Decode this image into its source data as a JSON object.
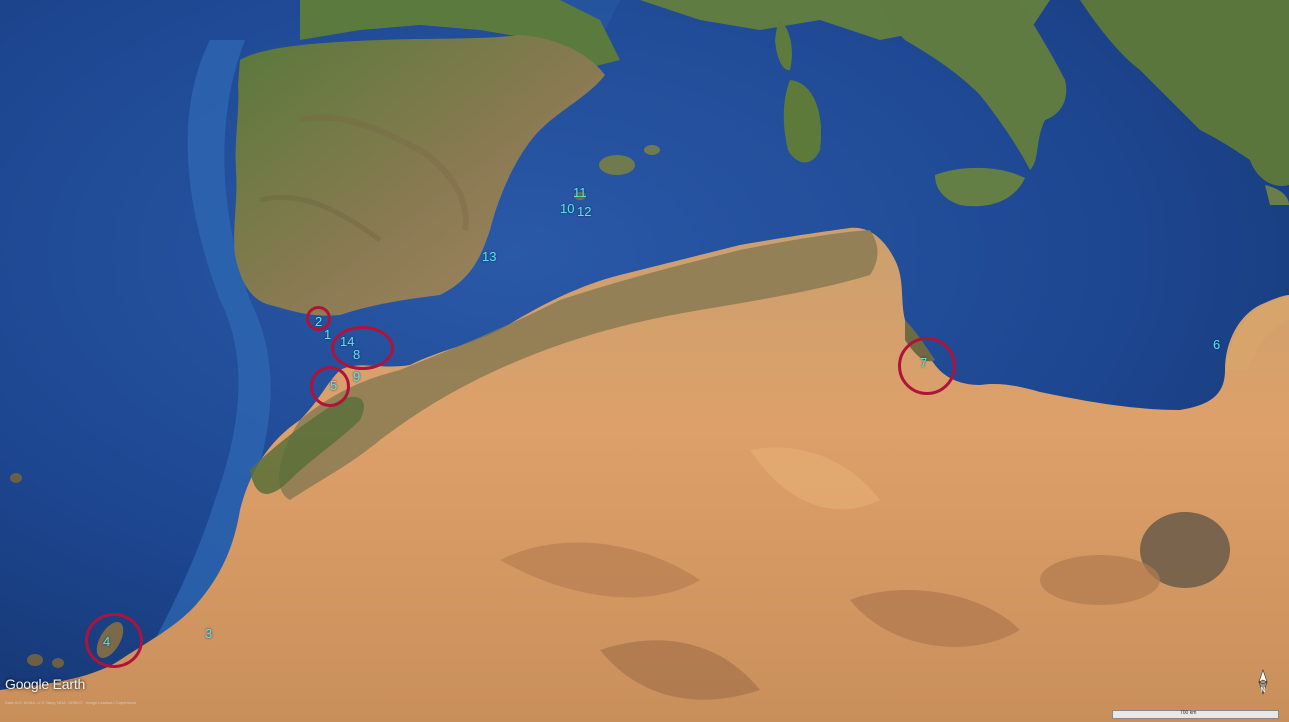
{
  "map": {
    "imagery_source": "Google Earth",
    "credits": "Data SIO, NOAA, U.S. Navy, NGA, GEBCO · Image Landsat / Copernicus",
    "scale_label": "700 km",
    "compass_label": "N",
    "colors": {
      "ocean_deep": "#1b3f86",
      "ocean_shallow": "#3f7cc4",
      "land_green": "#5d7a3c",
      "land_desert": "#d49a62",
      "land_dark": "#8a6d4c",
      "marker_label": "#62e0e6",
      "circle": "#b0133a"
    },
    "sites": [
      {
        "id": "1",
        "label": "1"
      },
      {
        "id": "2",
        "label": "2"
      },
      {
        "id": "3",
        "label": "3"
      },
      {
        "id": "4",
        "label": "4"
      },
      {
        "id": "5",
        "label": "5"
      },
      {
        "id": "6",
        "label": "6"
      },
      {
        "id": "7",
        "label": "7"
      },
      {
        "id": "8",
        "label": "8"
      },
      {
        "id": "9",
        "label": "9"
      },
      {
        "id": "10",
        "label": "10"
      },
      {
        "id": "11",
        "label": "11"
      },
      {
        "id": "12",
        "label": "12"
      },
      {
        "id": "13",
        "label": "13"
      },
      {
        "id": "14",
        "label": "14"
      }
    ],
    "circled_sites": [
      "2",
      "4",
      "5",
      "7",
      "14/8"
    ]
  }
}
